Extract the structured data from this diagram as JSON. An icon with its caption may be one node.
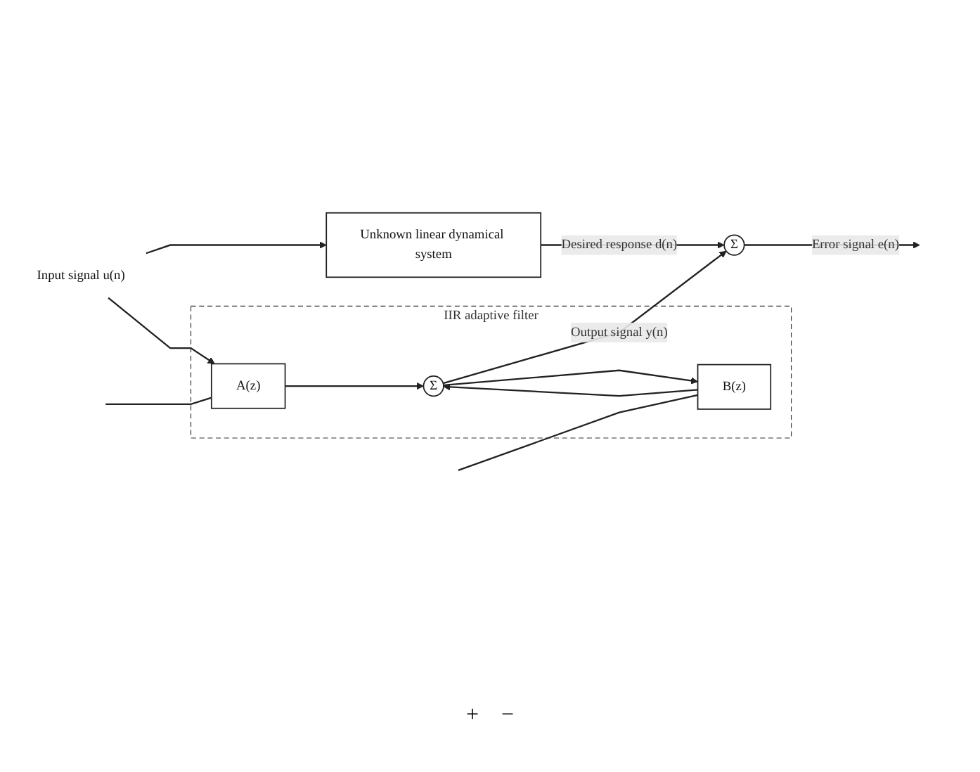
{
  "diagram": {
    "nodes": [
      {
        "text": [
          "Input signal u(n)"
        ]
      },
      {
        "text": [
          "Unknown linear dynamical system"
        ]
      },
      {
        "text": [
          "IIR adaptive filter"
        ]
      },
      {
        "text": [
          "A(z)"
        ],
        "in": 2
      },
      {
        "text": [
          "B(z)"
        ],
        "in": 2
      },
      {
        "text": [
          "Σ"
        ],
        "in": 2
      },
      {
        "text": [
          "Σ"
        ]
      }
    ],
    "edges": [
      {
        "from": 0,
        "to": 1,
        "arrow": "to"
      },
      {
        "from": 0,
        "to": 3,
        "arrow": "to"
      },
      {
        "from": 1,
        "to": 6,
        "arrow": "to",
        "label": "Desired response d(n)"
      },
      {
        "from": 3,
        "to": 5,
        "arrow": "to"
      },
      {
        "from": 4,
        "to": 5,
        "arrow": "to"
      },
      {
        "from": 5,
        "to": 6,
        "arrow": "to",
        "label": "Output signal y(n)"
      },
      {
        "from": 5,
        "to": 4,
        "arrow": "to"
      },
      {
        "from": 6,
        "to": null,
        "arrow": "to",
        "label": "Error signal e(n)"
      },
      {
        "from": null,
        "to": 3,
        "arrow": "none"
      },
      {
        "from": null,
        "to": 4,
        "arrow": "none"
      }
    ],
    "labels": [
      "+",
      "−"
    ]
  }
}
